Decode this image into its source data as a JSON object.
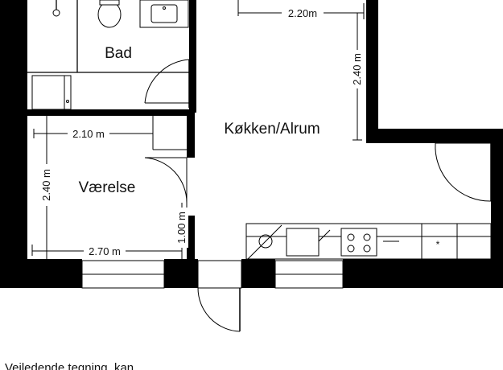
{
  "rooms": {
    "bathroom": "Bad",
    "bedroom": "Værelse",
    "kitchen": "Køkken/Alrum"
  },
  "dimensions": {
    "kitchen_width": "2.20m",
    "kitchen_height": "2.40 m",
    "bedroom_top": "2.10 m",
    "bedroom_side": "2.40 m",
    "bedroom_bottom": "2.70 m",
    "bedroom_door": "1.00 m"
  },
  "caption": "Vejledende tegning, kan",
  "icons": [
    "sink-icon",
    "toilet-icon",
    "shower-icon",
    "washing-machine-icon",
    "stove-icon",
    "oven-icon",
    "fridge-icon"
  ],
  "colors": {
    "wall": "#000000",
    "floor": "#ffffff",
    "line": "#000000"
  }
}
